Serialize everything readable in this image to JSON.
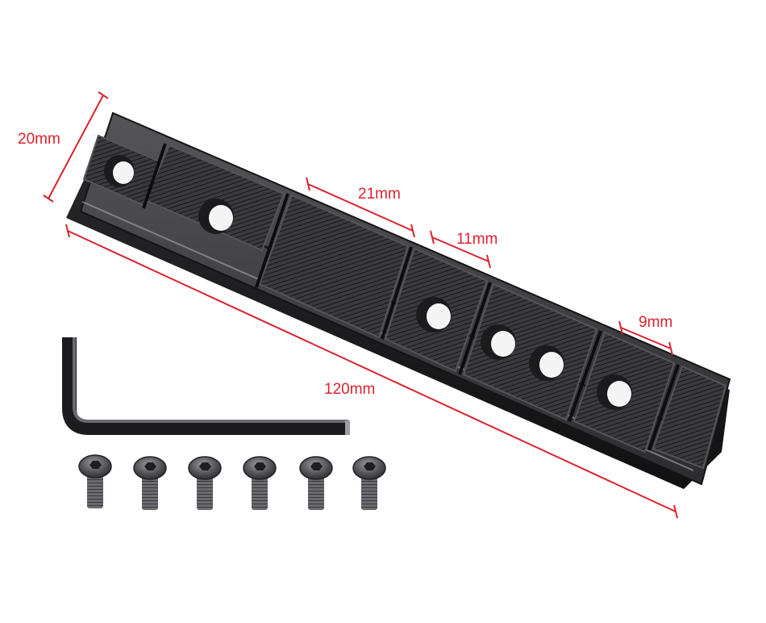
{
  "dimensions": {
    "width_label": "20mm",
    "slot_spacing_label": "21mm",
    "rail_segment_label": "11mm",
    "slot_width_label": "9mm",
    "length_label": "120mm"
  },
  "colors": {
    "dimension_line": "#d9232e",
    "metal_dark": "#1f1f21",
    "metal_mid": "#3a3a3d",
    "metal_light": "#7b7b80"
  },
  "items": {
    "screw_count": 6,
    "wrench_icon": "hex-key-icon",
    "screw_icon": "hex-screw-icon"
  }
}
